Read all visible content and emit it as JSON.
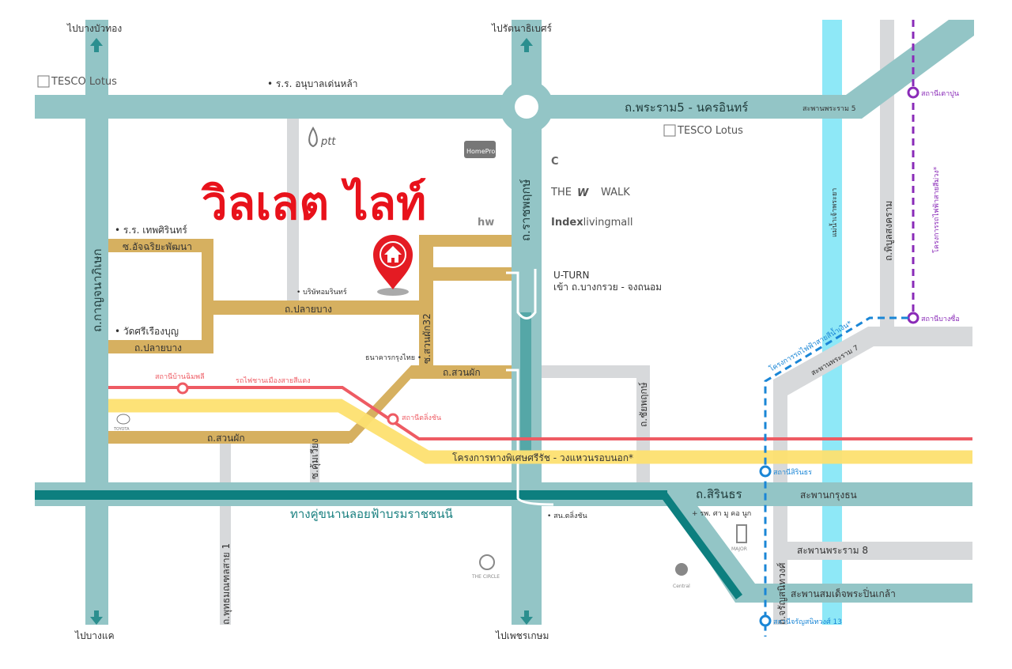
{
  "project_title": "วิลเลต ไลท์",
  "colors": {
    "main_road": "#93c5c6",
    "expressway_core": "#0d7f7f",
    "local_road": "#d6b060",
    "minor_road": "#d7d9db",
    "red_line": "#ee5b63",
    "highway_project": "#fde070",
    "river": "#8ee8f7",
    "purple_line": "#8a2bb8",
    "blue_line": "#1a86d6",
    "title_red": "#e8121b"
  },
  "directions": {
    "north_left": "ไปบางบัวทอง",
    "north_center": "ไปรัตนาธิเบศร์",
    "south_left": "ไปบางแค",
    "south_center": "ไปเพชรเกษม"
  },
  "roads": {
    "rama5": "ถ.พระราม5 - นครอินทร์",
    "rama5_bridge": "สะพานพระราม 5",
    "kanchanaphisek": "ถ.กาญจนาภิเษก",
    "ratchaphruek": "ถ.ราชพฤกษ์",
    "achariya": "ซ.อัจฉริยะพัฒนา",
    "plai_bang_main": "ถ.ปลายบาง",
    "plai_bang_lower": "ถ.ปลายบาง",
    "suan_phak_32": "ซ.สวนผัก32",
    "suan_phak_upper": "ถ.สวนผัก",
    "suan_phak_lower": "ถ.สวนผัก",
    "chaiyaphruek": "ถ.ชัยพฤกษ์",
    "khu_wiang": "ซ.คุ้มเวียง",
    "phutthamonthon1": "ถ.พุทธมณฑลสาย 1",
    "borommaratchachonnani": "ทางคู่ขนานลอยฟ้าบรมราชชนนี",
    "sirindhorn": "ถ.สิรินธร",
    "charan": "ถ.จรัญสนิทวงศ์",
    "phibun": "ถ.พิบูลสงคราม",
    "chao_phraya": "แม่น้ำเจ้าพระยา",
    "rama7_bridge": "สะพานพระราม 7",
    "krung_thon_bridge": "สะพานกรุงธน",
    "rama8_bridge": "สะพานพระราม 8",
    "pinklao_bridge": "สะพานสมเด็จพระปิ่นเกล้า",
    "motorway_project": "โครงการทางพิเศษศรีรัช - วงแหวนรอบนอก*"
  },
  "uturn": {
    "title": "U-TURN",
    "subtitle": "เข้า ถ.บางกรวย - จงถนอม"
  },
  "rail": {
    "red_line_name": "รถไฟชานเมืองสายสีแดง",
    "red_stations": [
      "สถานีบ้านฉิมพลี",
      "สถานีตลิ่งชัน"
    ],
    "purple_line_name": "โครงการรถไฟฟ้าสายสีม่วง*",
    "purple_stations": [
      "สถานีเตาปูน",
      "สถานีบางซื่อ"
    ],
    "blue_line_name": "โครงการรถไฟฟ้าสายสีน้ำเงิน*",
    "blue_stations": [
      "สถานีสิรินธร",
      "สถานีจรัญสนิทวงศ์ 13"
    ]
  },
  "landmarks": {
    "anuban": "• ร.ร. อนุบาลเด่นหล้า",
    "thepsirin": "• ร.ร. เทพศิรินทร์",
    "wat": "• วัดศรีเรืองบุญ",
    "company": "• บริษัทอมรินทร์",
    "bank": "ธนาคารกรุงไทย •",
    "taling_chan_office": "• สน.ตลิ่งชัน",
    "hospital": "+ รพ. ศา มู คอ นูก",
    "tesco_left": "TESCO Lotus",
    "tesco_right": "TESCO Lotus",
    "ptt": "ptt",
    "homepro": "HomePro",
    "hw": "hw",
    "big_c": "C",
    "the_walk_the": "THE",
    "the_walk_w": "W",
    "the_walk_walk": "WALK",
    "index_bold": "Index",
    "index_rest": "livingmall",
    "toyota": "TOYOTA",
    "the_circle": "THE CIRCLE",
    "major": "MAJOR",
    "central": "Central"
  }
}
